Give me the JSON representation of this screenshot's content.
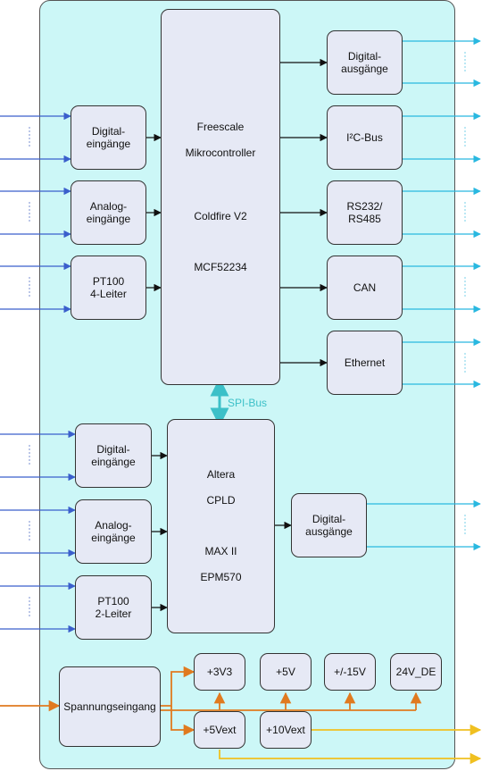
{
  "mcu": {
    "line1": "Freescale",
    "line2": "Mikrocontroller",
    "line3": "Coldfire V2",
    "line4": "MCF52234"
  },
  "mcu_inputs": [
    {
      "line1": "Digital-",
      "line2": "eingänge"
    },
    {
      "line1": "Analog-",
      "line2": "eingänge"
    },
    {
      "line1": "PT100",
      "line2": "4-Leiter"
    }
  ],
  "mcu_outputs": [
    "Digital-\nausgänge",
    "I²C-Bus",
    "RS232/\nRS485",
    "CAN",
    "Ethernet"
  ],
  "spi_label": "SPI-Bus",
  "cpld": {
    "line1": "Altera",
    "line2": "CPLD",
    "line3": "MAX II",
    "line4": "EPM570"
  },
  "cpld_inputs": [
    {
      "line1": "Digital-",
      "line2": "eingänge"
    },
    {
      "line1": "Analog-",
      "line2": "eingänge"
    },
    {
      "line1": "PT100",
      "line2": "2-Leiter"
    }
  ],
  "cpld_output": "Digital-\nausgänge",
  "power": {
    "input": "Spannungseingang",
    "rails": [
      "+3V3",
      "+5V",
      "+/-15V",
      "24V_DE"
    ],
    "ext": [
      "+5Vext",
      "+10Vext"
    ]
  },
  "colors": {
    "board": "#ccf7f7",
    "box": "#e6e9f5",
    "signal_in": "#3a5fcc",
    "signal_out": "#29b8e0",
    "spi": "#3cc0c8",
    "power": "#e07a1f",
    "ext": "#f0c020"
  }
}
